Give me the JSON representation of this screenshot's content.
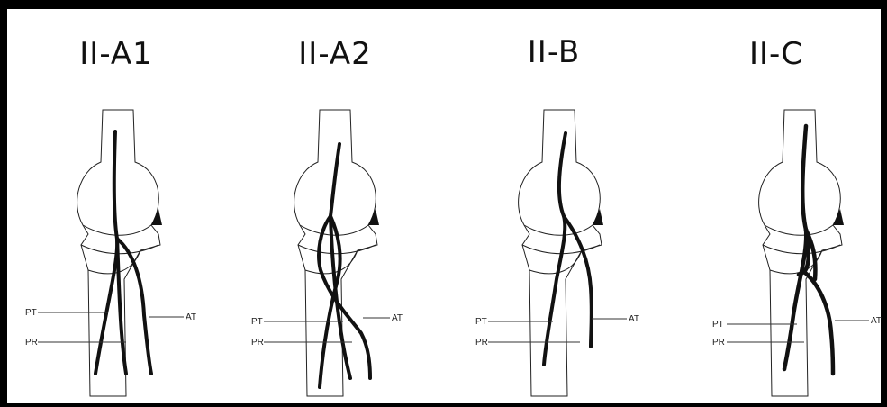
{
  "panels": [
    {
      "id": "II-A1",
      "title": "II-A1",
      "labels": {
        "pt": "PT",
        "pr": "PR",
        "at": "AT"
      }
    },
    {
      "id": "II-A2",
      "title": "II-A2",
      "labels": {
        "pt": "PT",
        "pr": "PR",
        "at": "AT"
      }
    },
    {
      "id": "II-B",
      "title": "II-B",
      "labels": {
        "pt": "PT",
        "pr": "PR",
        "at": "AT"
      }
    },
    {
      "id": "II-C",
      "title": "II-C",
      "labels": {
        "pt": "PT",
        "pr": "PR",
        "at": "AT"
      }
    }
  ],
  "colors": {
    "background": "#000000",
    "canvas": "#ffffff",
    "ink": "#111111"
  }
}
